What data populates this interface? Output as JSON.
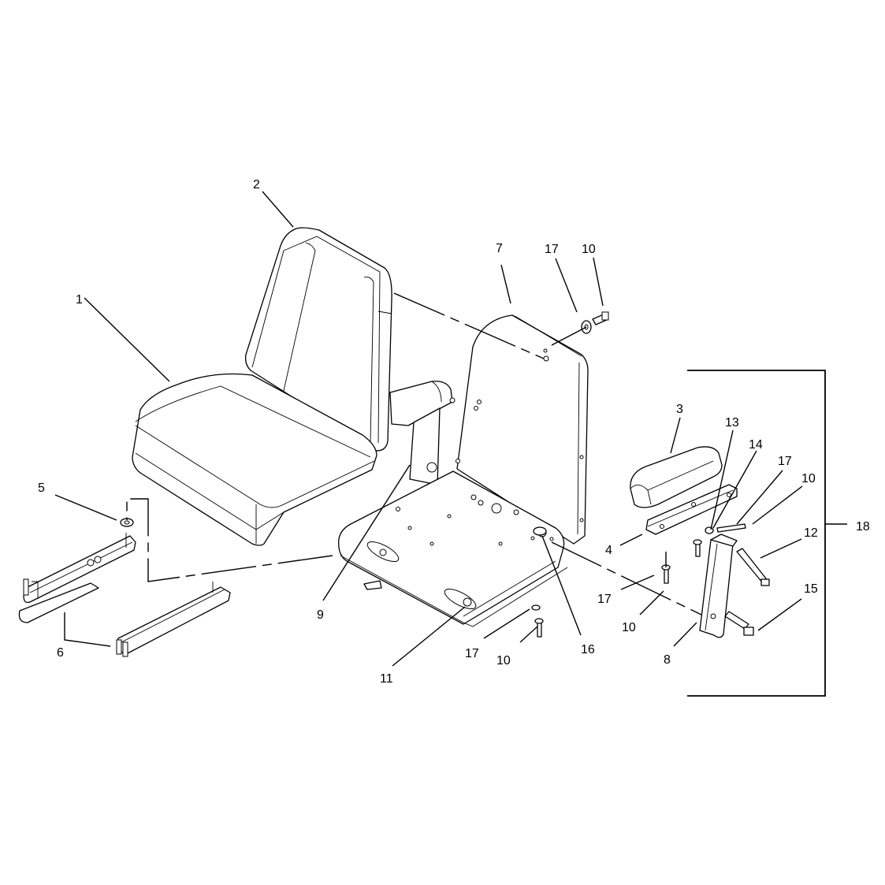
{
  "callouts": {
    "c1": "1",
    "c2": "2",
    "c3": "3",
    "c4": "4",
    "c5": "5",
    "c6": "6",
    "c7": "7",
    "c8": "8",
    "c9": "9",
    "c10a": "10",
    "c10b": "10",
    "c10c": "10",
    "c10d": "10",
    "c11": "11",
    "c12": "12",
    "c13": "13",
    "c14": "14",
    "c15": "15",
    "c16": "16",
    "c17a": "17",
    "c17b": "17",
    "c17c": "17",
    "c17d": "17",
    "c18": "18"
  }
}
